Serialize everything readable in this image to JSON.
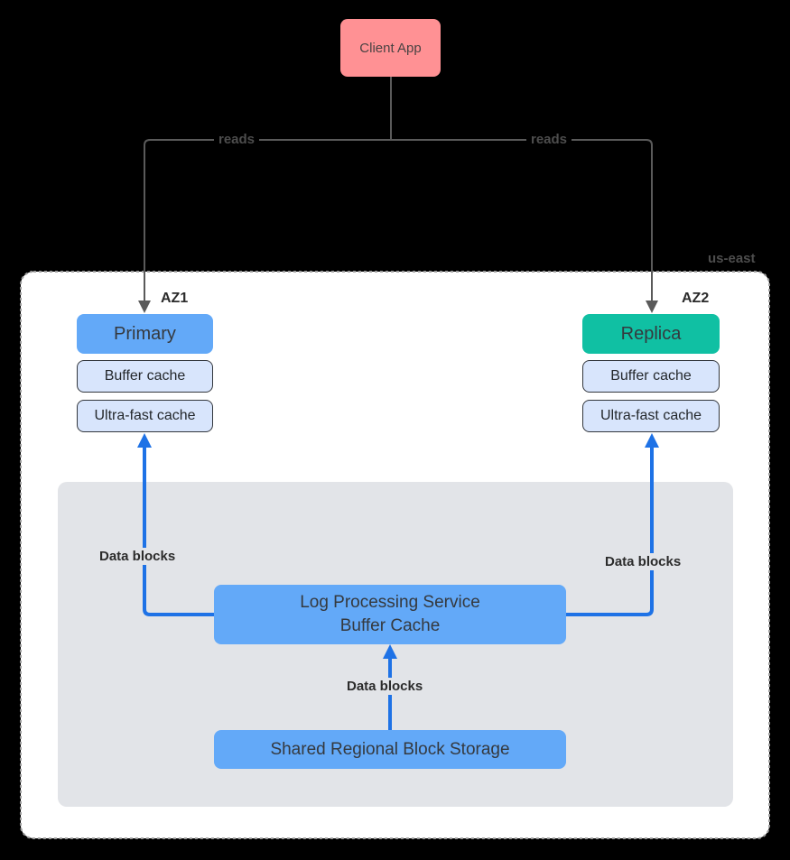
{
  "diagram": {
    "client_app": {
      "label": "Client App"
    },
    "edges": {
      "reads_left": {
        "label": "reads"
      },
      "reads_right": {
        "label": "reads"
      },
      "data_blocks_left": {
        "label": "Data blocks"
      },
      "data_blocks_right": {
        "label": "Data blocks"
      },
      "data_blocks_center": {
        "label": "Data blocks"
      }
    },
    "region": {
      "label": "us-east",
      "az1": {
        "label": "AZ1",
        "node": "Primary",
        "caches": [
          "Buffer cache",
          "Ultra-fast cache"
        ]
      },
      "az2": {
        "label": "AZ2",
        "node": "Replica",
        "caches": [
          "Buffer cache",
          "Ultra-fast cache"
        ]
      },
      "log_processing_service": {
        "line1": "Log Processing Service",
        "line2": "Buffer Cache"
      },
      "shared_storage": {
        "label": "Shared Regional Block Storage"
      }
    },
    "colors": {
      "page_background": "#000000",
      "region_fill": "#ffffff",
      "region_border": "#9e9e9e",
      "storage_region_fill": "#e2e4e8",
      "node_blue": "#63a9f8",
      "node_teal": "#10c0a3",
      "node_pink": "#ff9194",
      "cache_fill": "#d8e5fc",
      "cache_border": "#33373d",
      "edge_gray": "#5a5a5a",
      "edge_blue": "#1e72e6",
      "edge_label_gray": "#4d4d4d"
    }
  }
}
